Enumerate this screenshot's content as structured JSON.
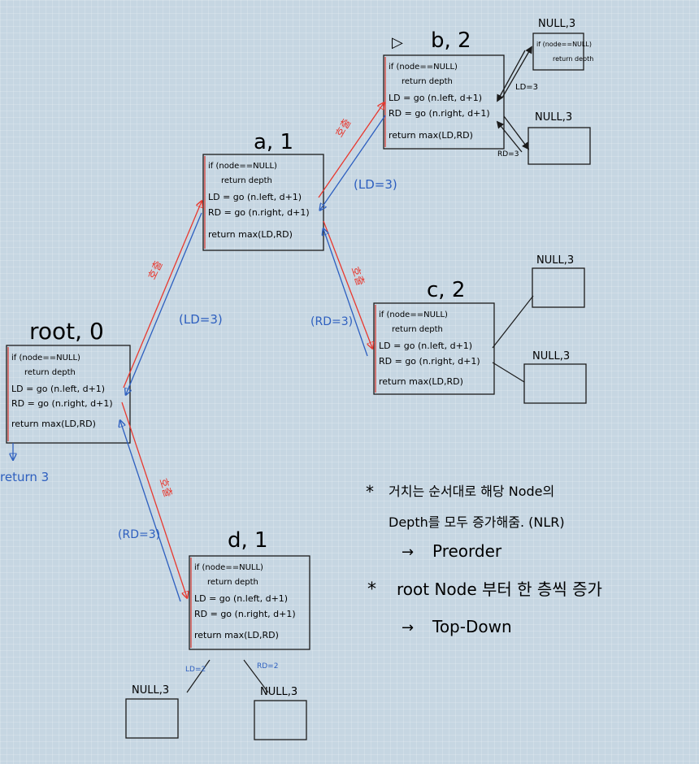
{
  "nodes": [
    {
      "id": "root",
      "label": "root, 0"
    },
    {
      "id": "a",
      "label": "a, 1"
    },
    {
      "id": "b",
      "label": "b, 2"
    },
    {
      "id": "c",
      "label": "c, 2"
    },
    {
      "id": "d",
      "label": "d, 1"
    }
  ],
  "code_lines": [
    "if (node==NULL)",
    "return depth",
    "LD = go (n.left, d+1)",
    "RD = go (n.right, d+1)",
    "return max(LD,RD)"
  ],
  "null_labels": {
    "b_left": "NULL,3",
    "b_right": "NULL,3",
    "c_left": "NULL,3",
    "c_right": "NULL,3",
    "d_left": "NULL,3",
    "d_right": "NULL,3"
  },
  "null_box_code": [
    "if (node==NULL)",
    "return depth"
  ],
  "edge_labels": {
    "call": "호출",
    "root_a_return": "(LD=3)",
    "a_b_return": "(LD=3)",
    "a_c_return": "(RD=3)",
    "root_d_return": "(RD=3)",
    "b_left_ret": "LD=3",
    "b_right_ret": "RD=3",
    "d_left_ret": "LD=2",
    "d_right_ret": "RD=2",
    "final_return": "return 3"
  },
  "notes": {
    "line1": "거치는 순서대로 해당 Node의",
    "line2": "Depth를 모두 증가해줌. (NLR)",
    "line3": "Preorder",
    "line4": "root Node 부터 한 층씩 증가",
    "line5": "Top-Down"
  },
  "colors": {
    "call": "#e8382e",
    "return": "#2d5fbf",
    "ink": "#1b1b1b",
    "box_accent": "#d8322a"
  }
}
